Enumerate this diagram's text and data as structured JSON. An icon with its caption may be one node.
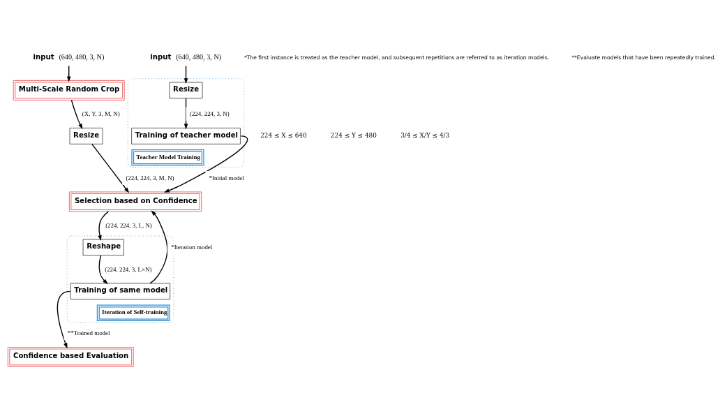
{
  "diagram": {
    "nodes": [
      {
        "text": [
          "Teacher Model Training"
        ]
      },
      {
        "text": [
          "input"
        ],
        "beside": [
          "(640, 480, 3, N)"
        ]
      },
      {
        "text": [
          "Resize"
        ],
        "in": 0
      },
      {
        "text": [
          "Training of teacher model"
        ],
        "in": 0
      },
      {
        "text": [
          "input"
        ],
        "beside": [
          "(640, 480, 3, N)"
        ]
      },
      {
        "text": [
          "Multi-Scale Random Crop"
        ]
      },
      {
        "text": [
          "Resize"
        ]
      },
      {
        "text": [
          "Selection based on Confidence"
        ]
      },
      {
        "text": [
          "Iteration of Self-training"
        ]
      },
      {
        "text": [
          "Reshape"
        ],
        "in": 8
      },
      {
        "text": [
          "Training of same model"
        ],
        "in": 8
      },
      {
        "text": [
          "Confidence based Evaluation"
        ]
      }
    ],
    "edges": [
      {
        "from": 1,
        "to": 2,
        "arrow": "to"
      },
      {
        "from": 2,
        "to": 3,
        "arrow": "to",
        "label": "(224, 224, 3, N)"
      },
      {
        "from": 3,
        "to": 7,
        "arrow": "to",
        "label": "*Initial model"
      },
      {
        "from": 4,
        "to": 5,
        "arrow": "to"
      },
      {
        "from": 5,
        "to": 6,
        "arrow": "to",
        "label": "(X, Y, 3, M, N)"
      },
      {
        "from": 6,
        "to": 7,
        "arrow": "to",
        "label": "(224, 224, 3, M, N)"
      },
      {
        "from": 7,
        "to": 9,
        "arrow": "to",
        "label": "(224, 224, 3, L, N)"
      },
      {
        "from": 9,
        "to": 10,
        "arrow": "to",
        "label": "(224, 224, 3, L×N)"
      },
      {
        "from": 10,
        "to": 7,
        "arrow": "to",
        "label": "*Iteration model"
      },
      {
        "from": 10,
        "to": 11,
        "arrow": "to",
        "label": "**Trained model"
      }
    ],
    "labels": [
      "224 ≤ X ≤ 640",
      "224 ≤ Y ≤ 480",
      "3/4 ≤ X/Y ≤ 4/3",
      "*The first instance is treated as the teacher model, and subsequent repetitions are referred to as iteration models.",
      "**Evaluate models that have been repeatedly trained."
    ]
  }
}
